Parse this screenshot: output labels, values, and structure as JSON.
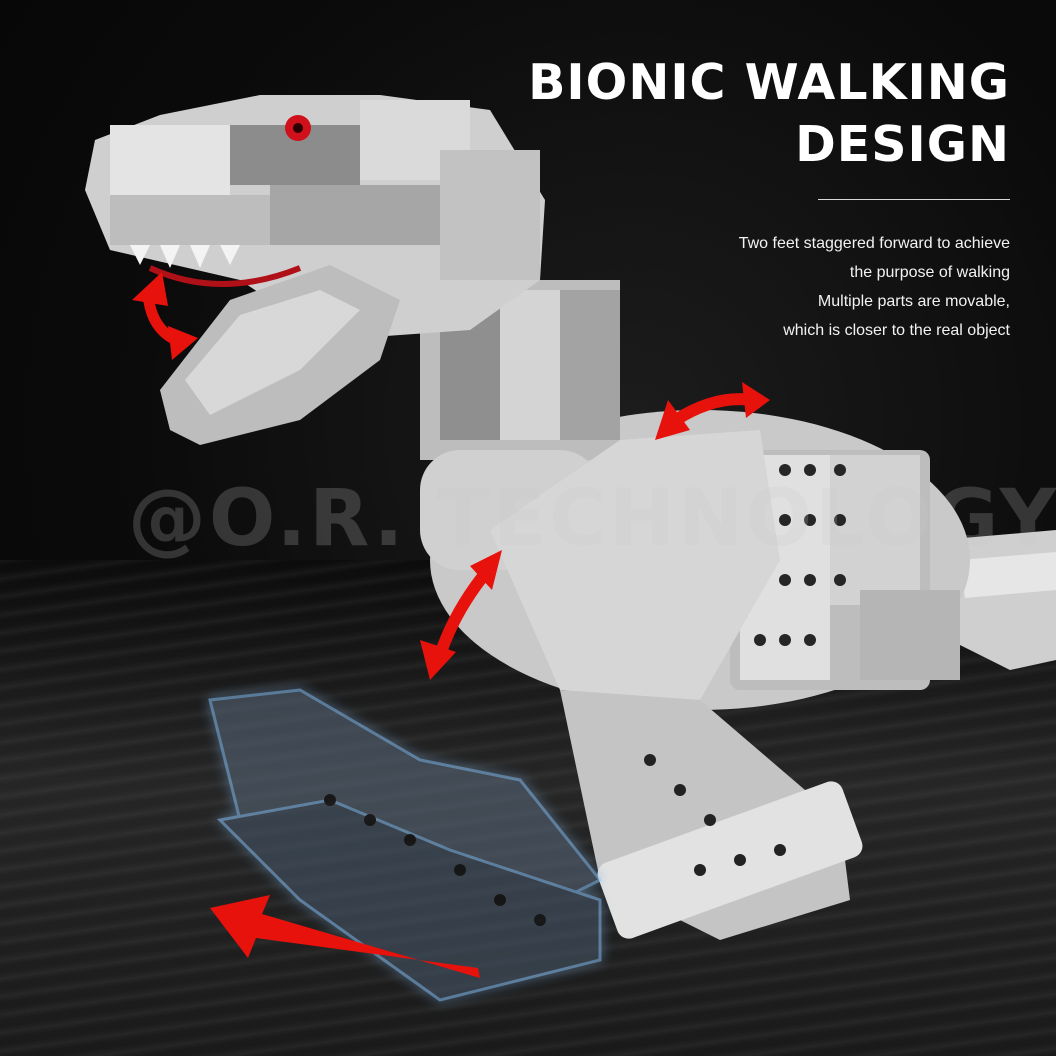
{
  "headline": {
    "line1": "BIONIC WALKING",
    "line2": "DESIGN"
  },
  "description": {
    "line1": "Two feet staggered forward to achieve",
    "line2": "the purpose of walking",
    "line3": "Multiple parts are movable,",
    "line4": "which is closer to the real object"
  },
  "watermark": "@O.R. TECHNOLOGY",
  "colors": {
    "background": "#0a0a0a",
    "brick_light": "#d9d9d9",
    "brick_mid": "#a9a9a9",
    "brick_dark": "#7a7a7a",
    "arrow_red": "#e8120c",
    "eye_red": "#d0101a",
    "motion_glow": "#6ab8ff"
  }
}
